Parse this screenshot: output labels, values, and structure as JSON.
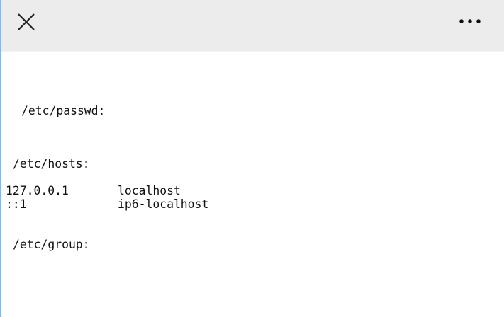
{
  "toolbar": {
    "close_icon": "close-icon",
    "more_icon": "more-options-icon"
  },
  "sections": {
    "passwd": {
      "title": "/etc/passwd:"
    },
    "hosts": {
      "title": "/etc/hosts:",
      "entries": [
        {
          "address": "127.0.0.1",
          "name": "localhost"
        },
        {
          "address": "::1",
          "name": "ip6-localhost"
        }
      ]
    },
    "group": {
      "title": "/etc/group:"
    }
  }
}
